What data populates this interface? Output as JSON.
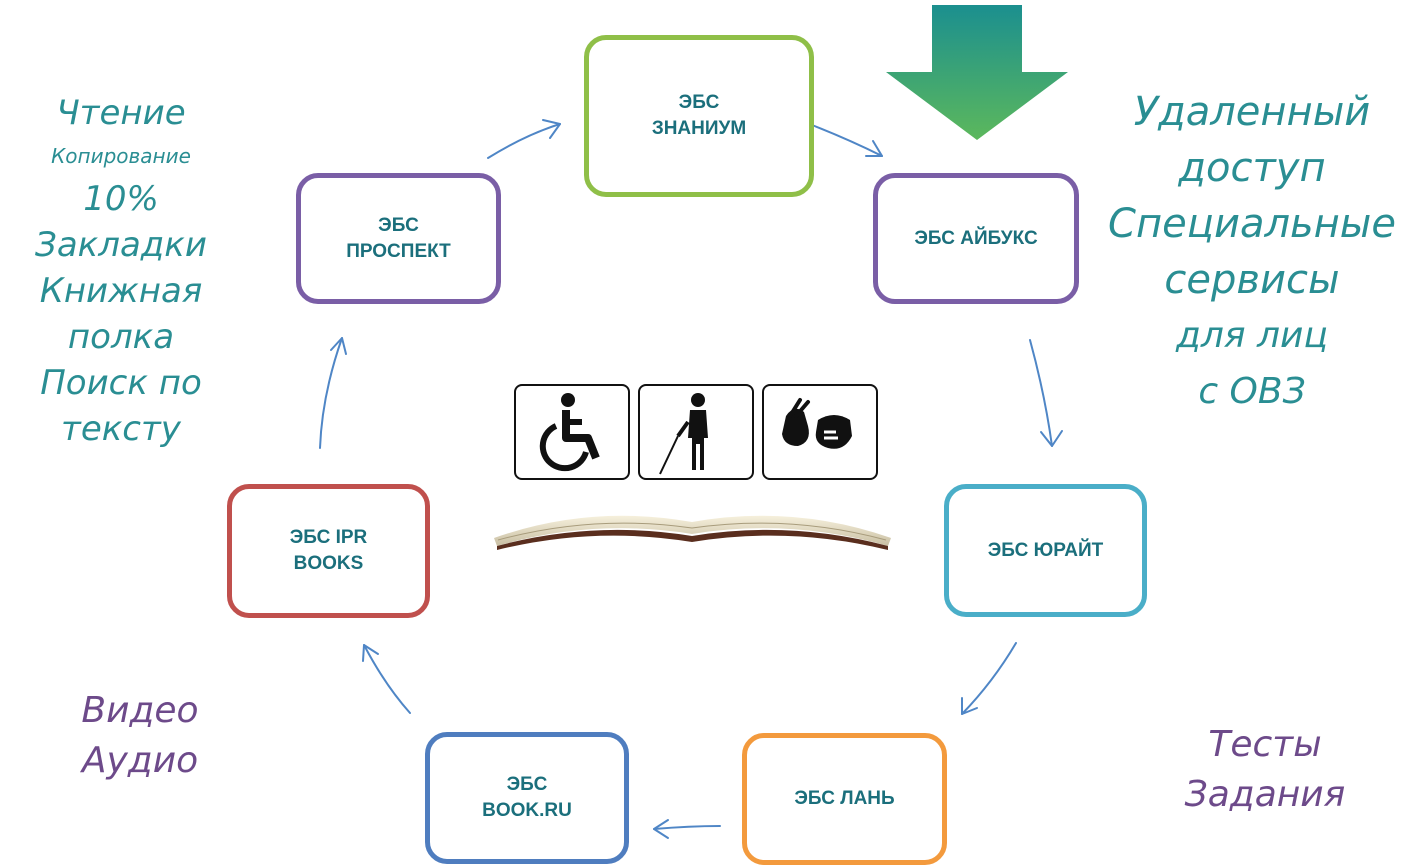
{
  "nodes": {
    "znanium": "ЭБС\nЗНАНИУМ",
    "ibooks": "ЭБС АЙБУКС",
    "urait": "ЭБС ЮРАЙТ",
    "lan": "ЭБС ЛАНЬ",
    "bookru": "ЭБС\nBOOK.RU",
    "iprbooks": "ЭБС IPR\nBOOKS",
    "prospekt": "ЭБС\nПРОСПЕКТ"
  },
  "left_features": [
    "Чтение",
    "Копирование",
    "10%",
    "Закладки",
    "Книжная",
    "полка",
    "Поиск по",
    "тексту"
  ],
  "right_features": [
    "Удаленный",
    "доступ",
    "Специальные",
    "сервисы",
    "для лиц",
    "с ОВЗ"
  ],
  "bottom_left_features": [
    "Видео",
    "Аудио"
  ],
  "bottom_right_features": [
    "Тесты",
    "Задания"
  ],
  "colors": {
    "znanium": "#8fbf48",
    "ibooks": "#7a5ea6",
    "urait": "#4aaec8",
    "lan": "#f39a3d",
    "bookru": "#4f7dbf",
    "iprbooks": "#c0504d",
    "prospekt": "#7a5ea6",
    "arrow": "#4f86c6",
    "big_arrow_top": "#1b8f8f",
    "big_arrow_bottom": "#5cb85c"
  },
  "icons": [
    "wheelchair-icon",
    "blind-person-cane-icon",
    "sign-language-hands-icon",
    "open-book-icon"
  ]
}
